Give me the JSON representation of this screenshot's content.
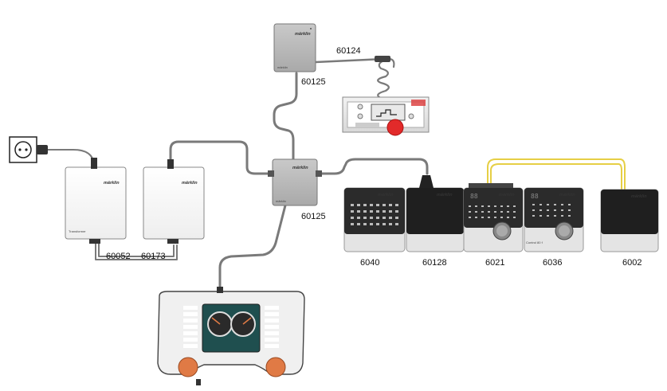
{
  "brand": "märklin",
  "labels": {
    "box_top": "60125",
    "cable_top": "60124",
    "box_center": "60125",
    "transformer": "60052",
    "power_supply": "60173",
    "keyboard": "6040",
    "terminal_adapter": "60128",
    "control_unit": "6021",
    "control_80f": "6036",
    "central_6002": "6002"
  },
  "device_text": {
    "transformer_label": "Transformer",
    "control_80f_label": "Control 80 f",
    "seg_display_a": "88",
    "seg_display_b": "88"
  },
  "colors": {
    "cable": "#7a7a7a",
    "yellow_cable": "#e6cf45",
    "knob_orange": "#e07a45",
    "red_button": "#e22a2a",
    "screen_teal": "#1f4f4f"
  }
}
